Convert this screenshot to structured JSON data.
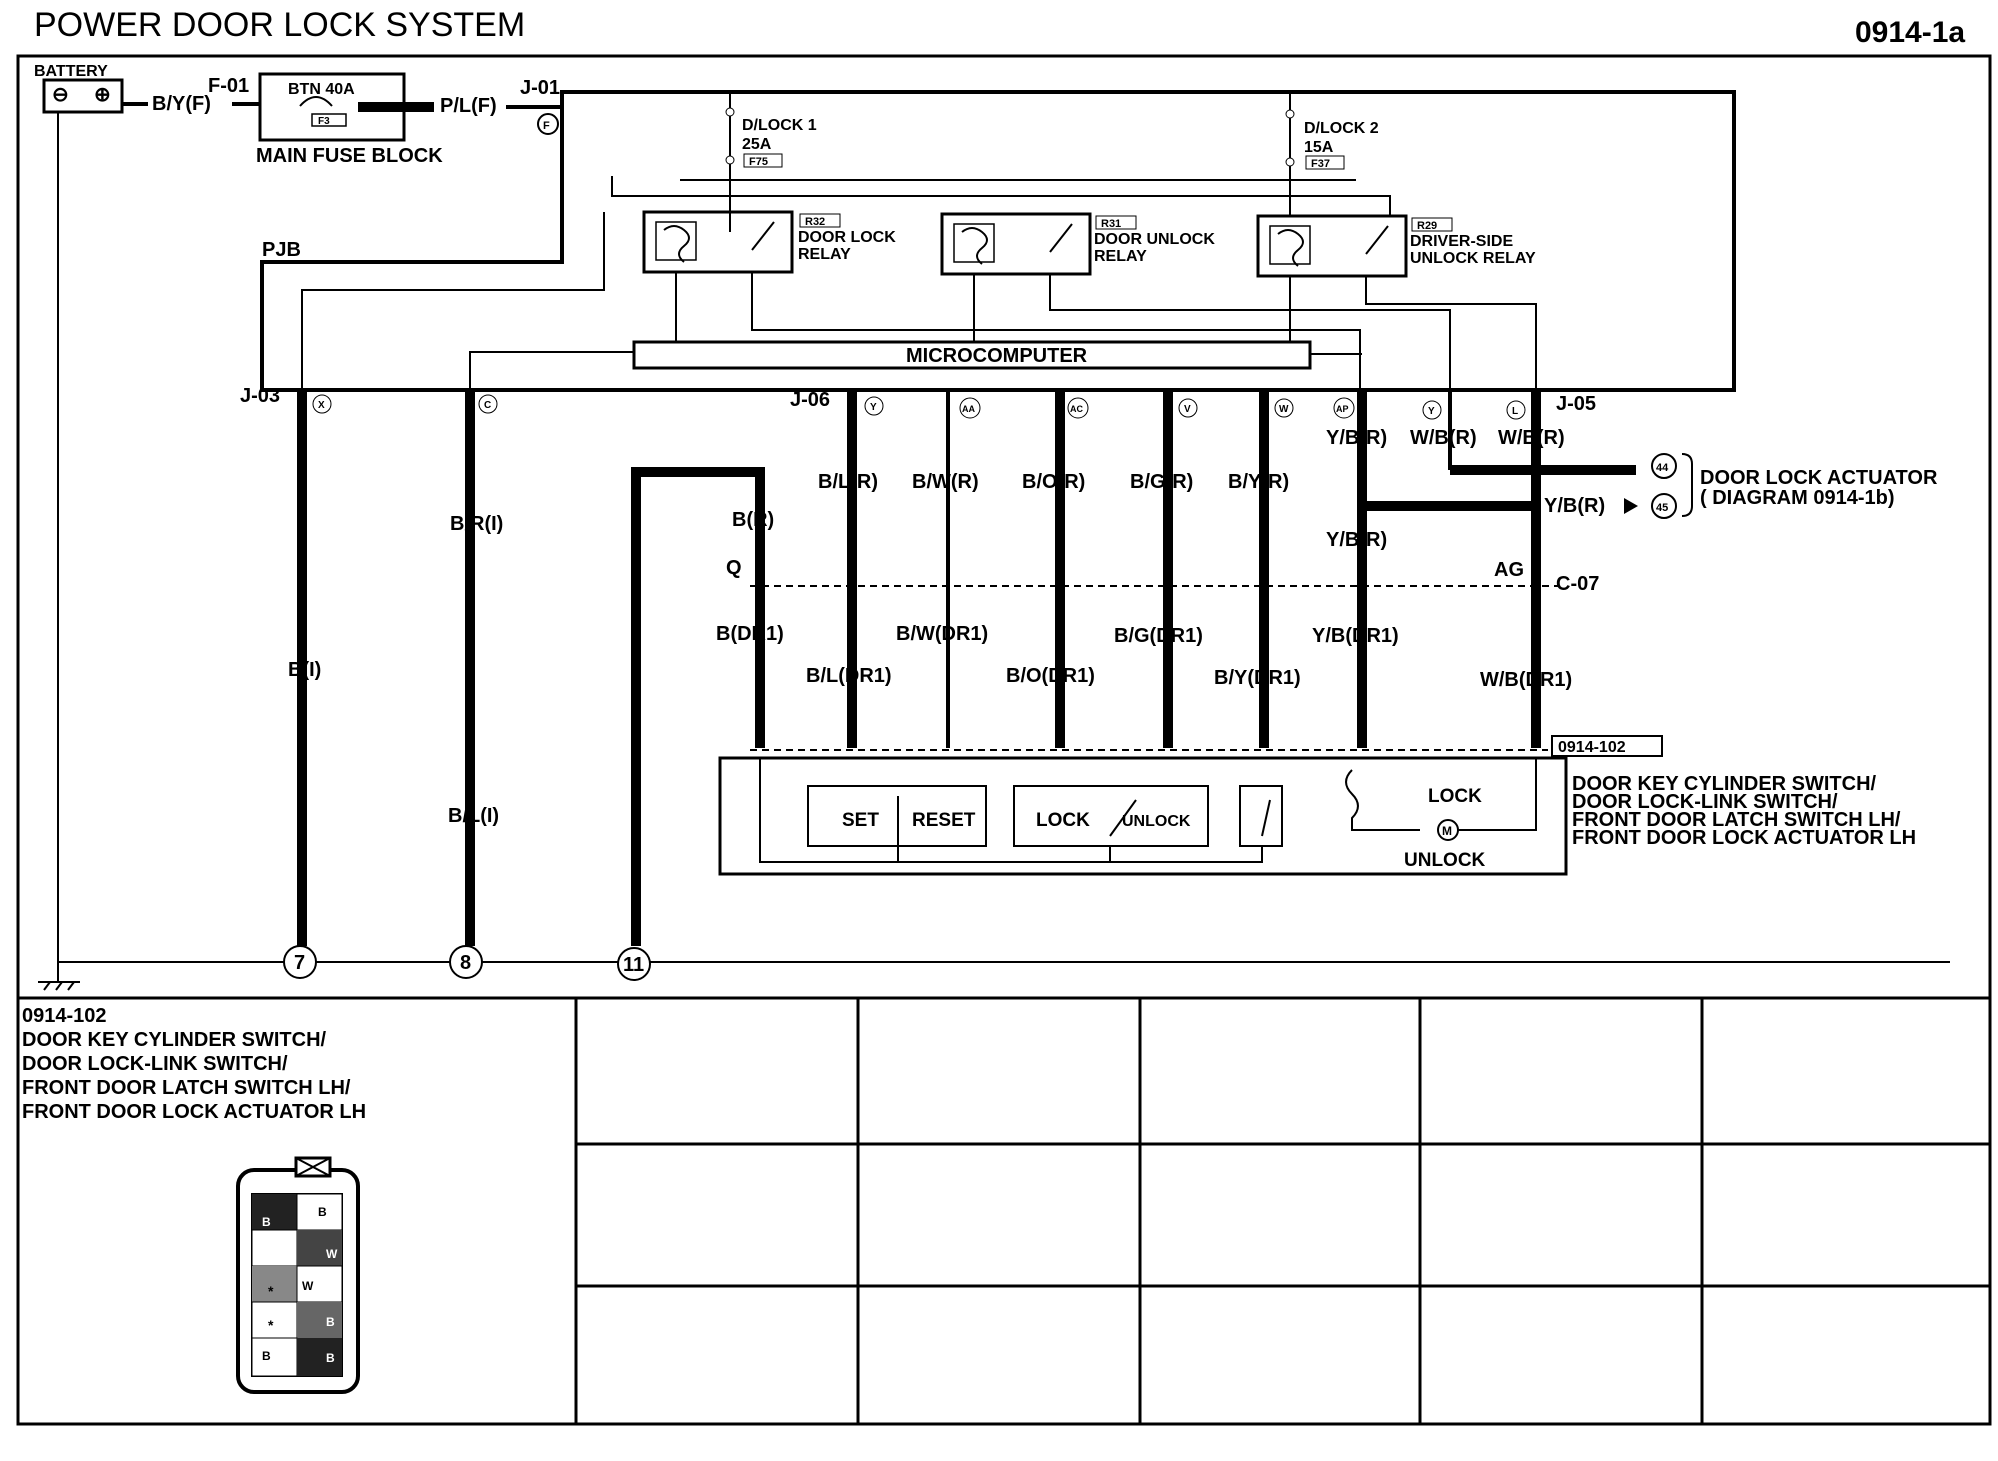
{
  "header": {
    "title": "POWER DOOR LOCK SYSTEM",
    "diagram_number": "0914-1a"
  },
  "power": {
    "battery": "BATTERY",
    "fuse_main": "BTN 40A",
    "fuse_main_id": "F3",
    "main_fuse_block": "MAIN FUSE BLOCK",
    "connector_f01": "F-01",
    "connector_j01": "J-01",
    "pin_f": "F",
    "wire_by_f": "B/Y(F)",
    "wire_pl_f": "P/L(F)",
    "pjb": "PJB"
  },
  "fuses": [
    {
      "name": "D/LOCK 1",
      "rating": "25A",
      "id": "F75"
    },
    {
      "name": "D/LOCK 2",
      "rating": "15A",
      "id": "F37"
    }
  ],
  "relays": [
    {
      "id": "R32",
      "line1": "DOOR LOCK",
      "line2": "RELAY"
    },
    {
      "id": "R31",
      "line1": "DOOR UNLOCK",
      "line2": "RELAY"
    },
    {
      "id": "R29",
      "line1": "DRIVER-SIDE",
      "line2": "UNLOCK RELAY"
    }
  ],
  "microcomputer": "MICROCOMPUTER",
  "connectors": {
    "j03": "J-03",
    "j06": "J-06",
    "j05": "J-05",
    "c07": "C-07",
    "pin_x": "X",
    "pin_c": "C",
    "pin_y": "Y",
    "pin_aa": "AA",
    "pin_ac": "AC",
    "pin_v": "V",
    "pin_w": "W",
    "pin_ap": "AP",
    "pin_y2": "Y",
    "pin_l": "L",
    "q": "Q",
    "ag": "AG"
  },
  "wires_upper": [
    "B/L(R)",
    "B/W(R)",
    "B/O(R)",
    "B/G(R)",
    "B/Y(R)"
  ],
  "wires_right_top": [
    "Y/B(R)",
    "W/B(R)",
    "W/B(R)"
  ],
  "wire_yb_r_mid": "Y/B(R)",
  "wire_yb_r_arrow": "Y/B(R)",
  "wires_left": {
    "b_i": "B(I)",
    "b_r_i": "B/R(I)",
    "b_l_i": "B/L(I)",
    "b_r": "B(R)"
  },
  "wires_dr1": {
    "b": "B(DR1)",
    "bw": "B/W(DR1)",
    "bg": "B/G(DR1)",
    "yb": "Y/B(DR1)",
    "bl": "B/L(DR1)",
    "bo": "B/O(DR1)",
    "by": "B/Y(DR1)",
    "wb": "W/B(DR1)"
  },
  "actuator_ref": {
    "pin_44": "44",
    "pin_45": "45",
    "line1": "DOOR LOCK ACTUATOR",
    "line2": "( DIAGRAM 0914-1b)"
  },
  "grounds": [
    "7",
    "8",
    "11"
  ],
  "component": {
    "ref": "0914-102",
    "set": "SET",
    "reset": "RESET",
    "lock_sw": "LOCK",
    "unlock_sw": "UNLOCK",
    "motor_lock": "LOCK",
    "motor_unlock": "UNLOCK",
    "motor": "M",
    "desc": [
      "DOOR KEY CYLINDER SWITCH/",
      "DOOR LOCK-LINK SWITCH/",
      "FRONT DOOR LATCH SWITCH LH/",
      "FRONT DOOR LOCK ACTUATOR LH"
    ]
  },
  "bottom_panel": {
    "ref": "0914-102",
    "desc": [
      "DOOR KEY CYLINDER SWITCH/",
      "DOOR LOCK-LINK SWITCH/",
      "FRONT DOOR LATCH SWITCH LH/",
      "FRONT DOOR LOCK ACTUATOR LH"
    ],
    "pin_labels": [
      "B",
      "B",
      "W",
      "W",
      "B",
      "*",
      "*",
      "B",
      "B"
    ]
  }
}
